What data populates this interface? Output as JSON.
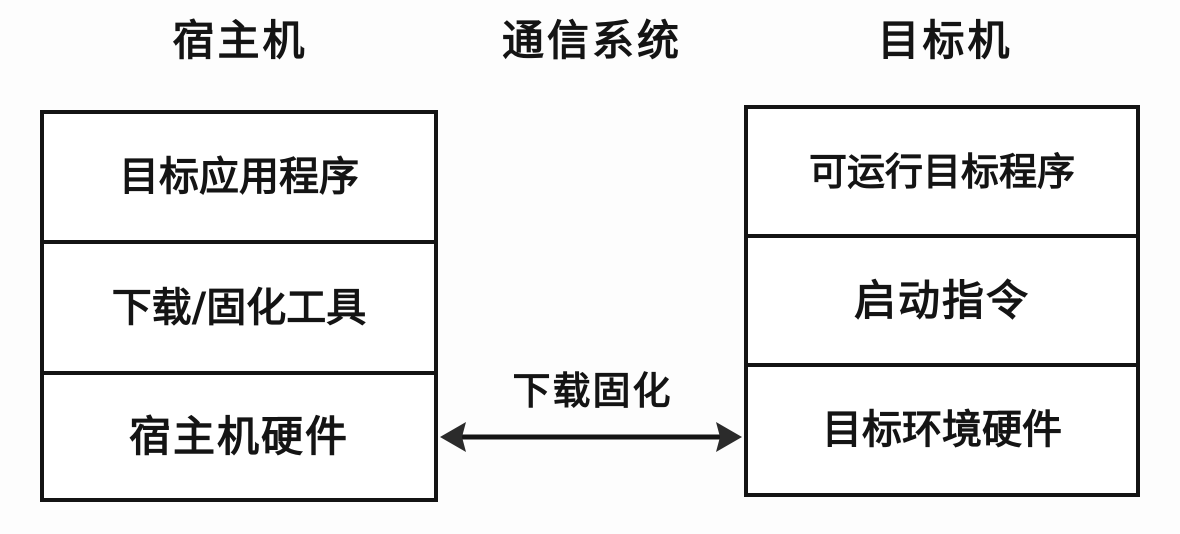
{
  "diagram": {
    "type": "block-diagram",
    "background_color": "#fdfdfd",
    "stroke_color": "#141414",
    "columns": [
      {
        "id": "host",
        "title": "宿主机"
      },
      {
        "id": "comm",
        "title": "通信系统"
      },
      {
        "id": "target",
        "title": "目标机"
      }
    ],
    "host_stack": {
      "title": "宿主机",
      "rows": [
        {
          "label": "目标应用程序"
        },
        {
          "label": "下载/固化工具"
        },
        {
          "label": "宿主机硬件"
        }
      ]
    },
    "target_stack": {
      "title": "目标机",
      "rows": [
        {
          "label": "可运行目标程序"
        },
        {
          "label": "启动指令"
        },
        {
          "label": "目标环境硬件"
        }
      ]
    },
    "connector": {
      "label": "下载固化",
      "arrow_style": "double-headed",
      "from": "宿主机硬件",
      "to": "目标环境硬件"
    }
  }
}
